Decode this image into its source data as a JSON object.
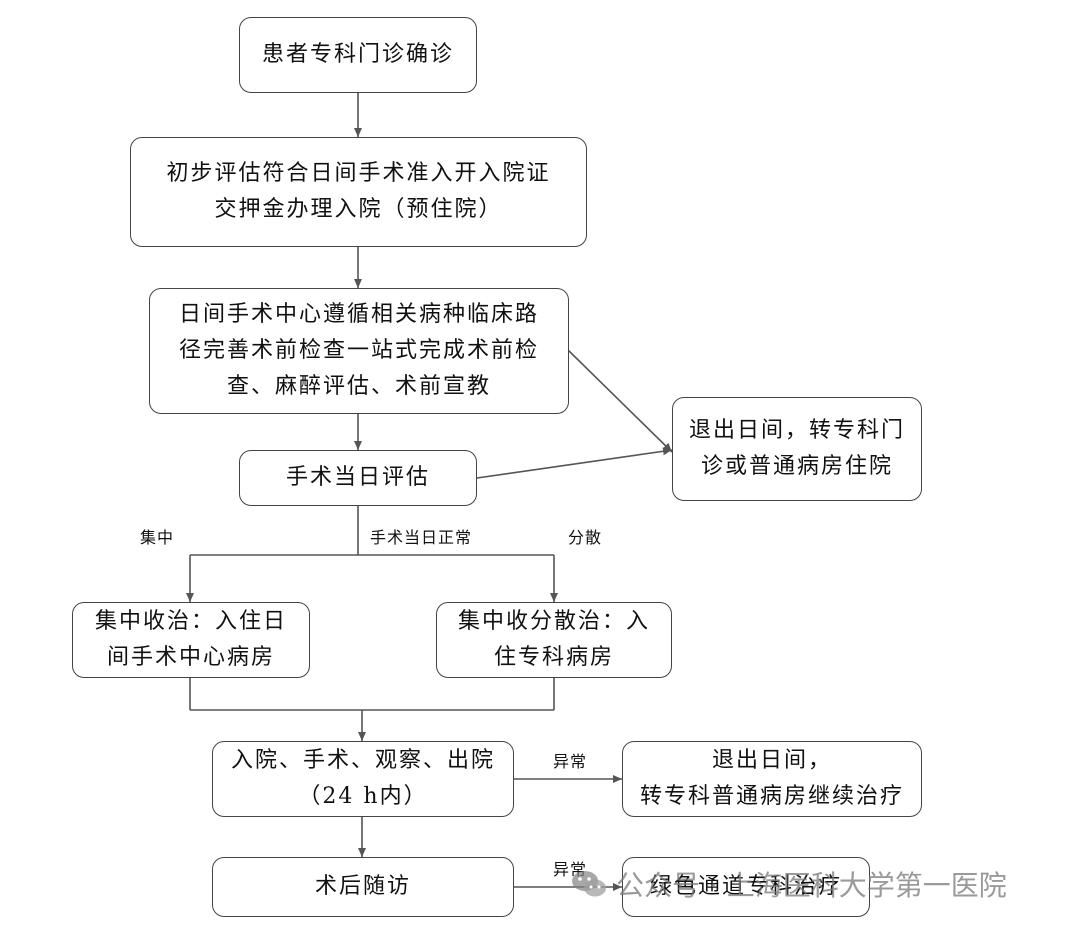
{
  "nodes": {
    "confirm": "患者专科门诊确诊",
    "prelim": "初步评估符合日间手术准入开入院证\n交押金办理入院（预住院）",
    "center_exam": "日间手术中心遵循相关病种临床路\n径完善术前检查一站式完成术前检\n查、麻醉评估、术前宣教",
    "exit1": "退出日间，转专科门\n诊或普通病房住院",
    "day_eval": "手术当日评估",
    "central": "集中收治：入住日\n间手术中心病房",
    "dispersed": "集中收分散治：入\n住专科病房",
    "admit": "入院、手术、观察、出院\n（24 h内）",
    "exit2": "退出日间，\n转专科普通病房继续治疗",
    "followup": "术后随访",
    "green": "绿色通道专科治疗"
  },
  "labels": {
    "central": "集中",
    "normal": "手术当日正常",
    "dispersed": "分散",
    "abnormal1": "异常",
    "abnormal2": "异常"
  },
  "watermark": {
    "text": "公众号 · 上海医科大学第一医院",
    "icon": "wechat-icon"
  },
  "colors": {
    "line": "#555555",
    "border": "#444444"
  }
}
